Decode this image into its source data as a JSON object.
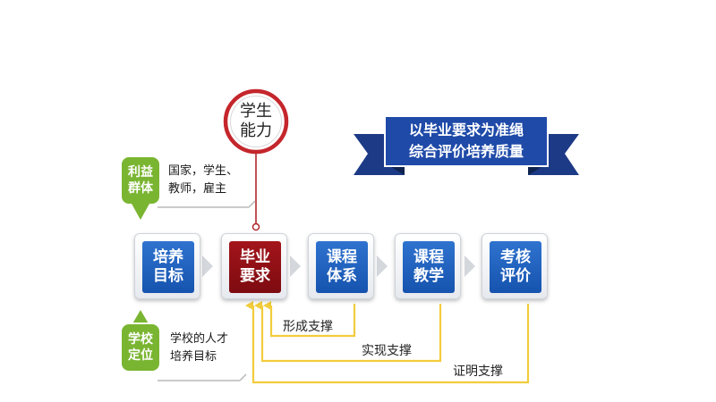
{
  "student_ability": "学生\n能力",
  "stakeholders": {
    "tag": "利益\n群体",
    "text": "国家，学生、\n教师，雇主"
  },
  "school_position": {
    "tag": "学校\n定位",
    "text": "学校的人才\n培养目标"
  },
  "banner": "以毕业要求为准绳\n综合评价培养质量",
  "process_boxes": [
    {
      "label": "培养\n目标"
    },
    {
      "label": "毕业\n要求"
    },
    {
      "label": "课程\n体系"
    },
    {
      "label": "课程\n教学"
    },
    {
      "label": "考核\n评价"
    }
  ],
  "supports": {
    "forming": "形成支撑",
    "achieving": "实现支撑",
    "proving": "证明支撑"
  },
  "colors": {
    "primary_blue": "#1f5fbf",
    "banner_blue": "#1e3f8f",
    "dark_red": "#8b0f14",
    "tag_green": "#7ab532",
    "arrow_yellow": "#f2cc3c"
  }
}
